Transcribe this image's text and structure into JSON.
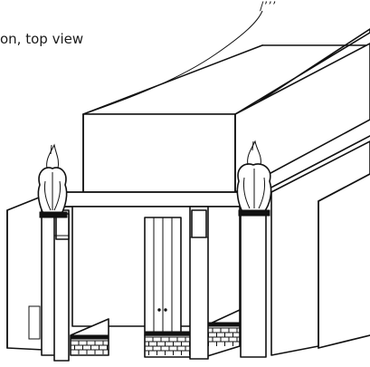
{
  "caption": "on, top view",
  "callout_label": "/’’’",
  "figure": {
    "elements": [
      "temple-building",
      "portico",
      "left-pillar",
      "right-pillar",
      "door",
      "brick-base-left",
      "brick-base-right",
      "right-extension"
    ]
  }
}
